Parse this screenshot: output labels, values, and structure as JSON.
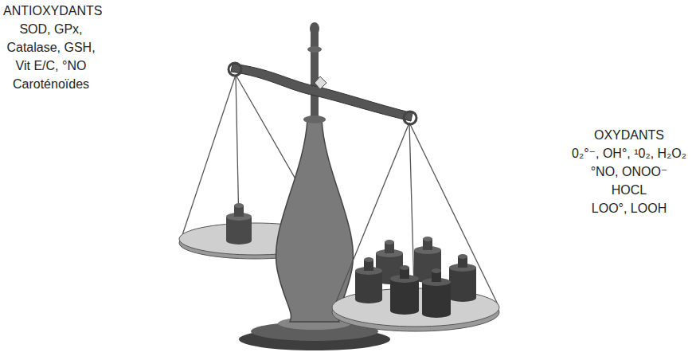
{
  "diagram": {
    "labels": [
      "ANTIOXYDANTS",
      "SOD, GPx,",
      "Catalase, GSH,",
      "Vit E/C, °NO",
      "Caroténoïdes",
      "OXYDANTS",
      "0₂°⁻, OH°, ¹0₂, H₂O₂",
      "°NO, ONOO⁻",
      "HOCL",
      "LOO°, LOOH"
    ]
  }
}
